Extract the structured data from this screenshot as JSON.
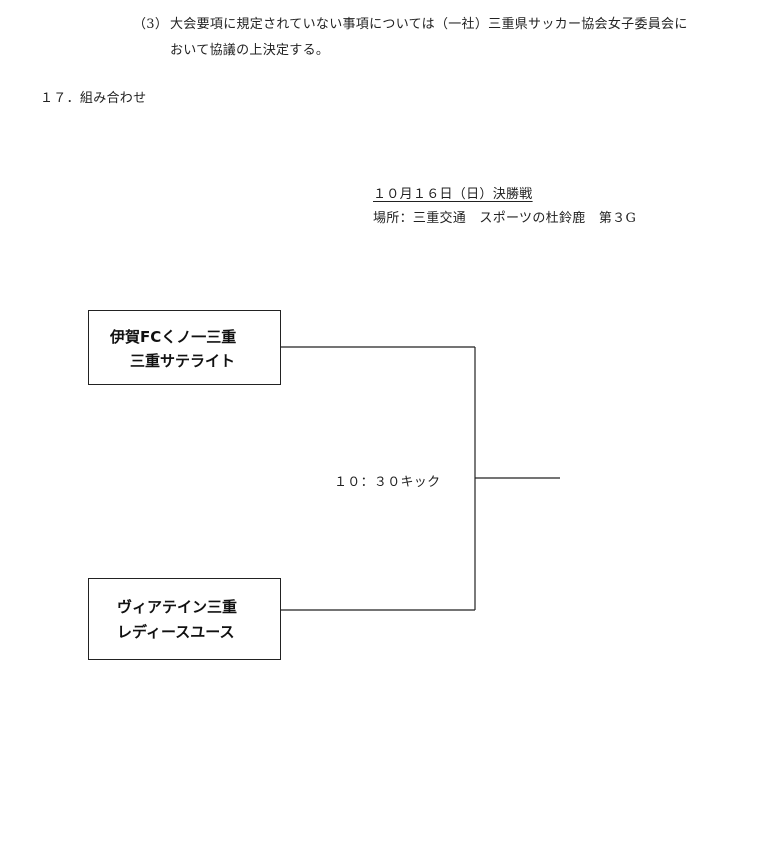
{
  "rules": {
    "clause_number": "（3）",
    "clause_line1": "大会要項に規定されていない事項については（一社）三重県サッカー協会女子委員会に",
    "clause_line2": "おいて協議の上決定する。"
  },
  "section": {
    "title": "１７．組み合わせ"
  },
  "final": {
    "date_label": "１０月１６日（日）決勝戦",
    "venue": "場所：三重交通　スポーツの杜鈴鹿　第３G",
    "kickoff": "１０：３０キック"
  },
  "teams": [
    {
      "line1": "伊賀FCくノ一三重",
      "line2": "三重サテライト"
    },
    {
      "line1": "ヴィアテイン三重",
      "line2": "レディースユース"
    }
  ]
}
